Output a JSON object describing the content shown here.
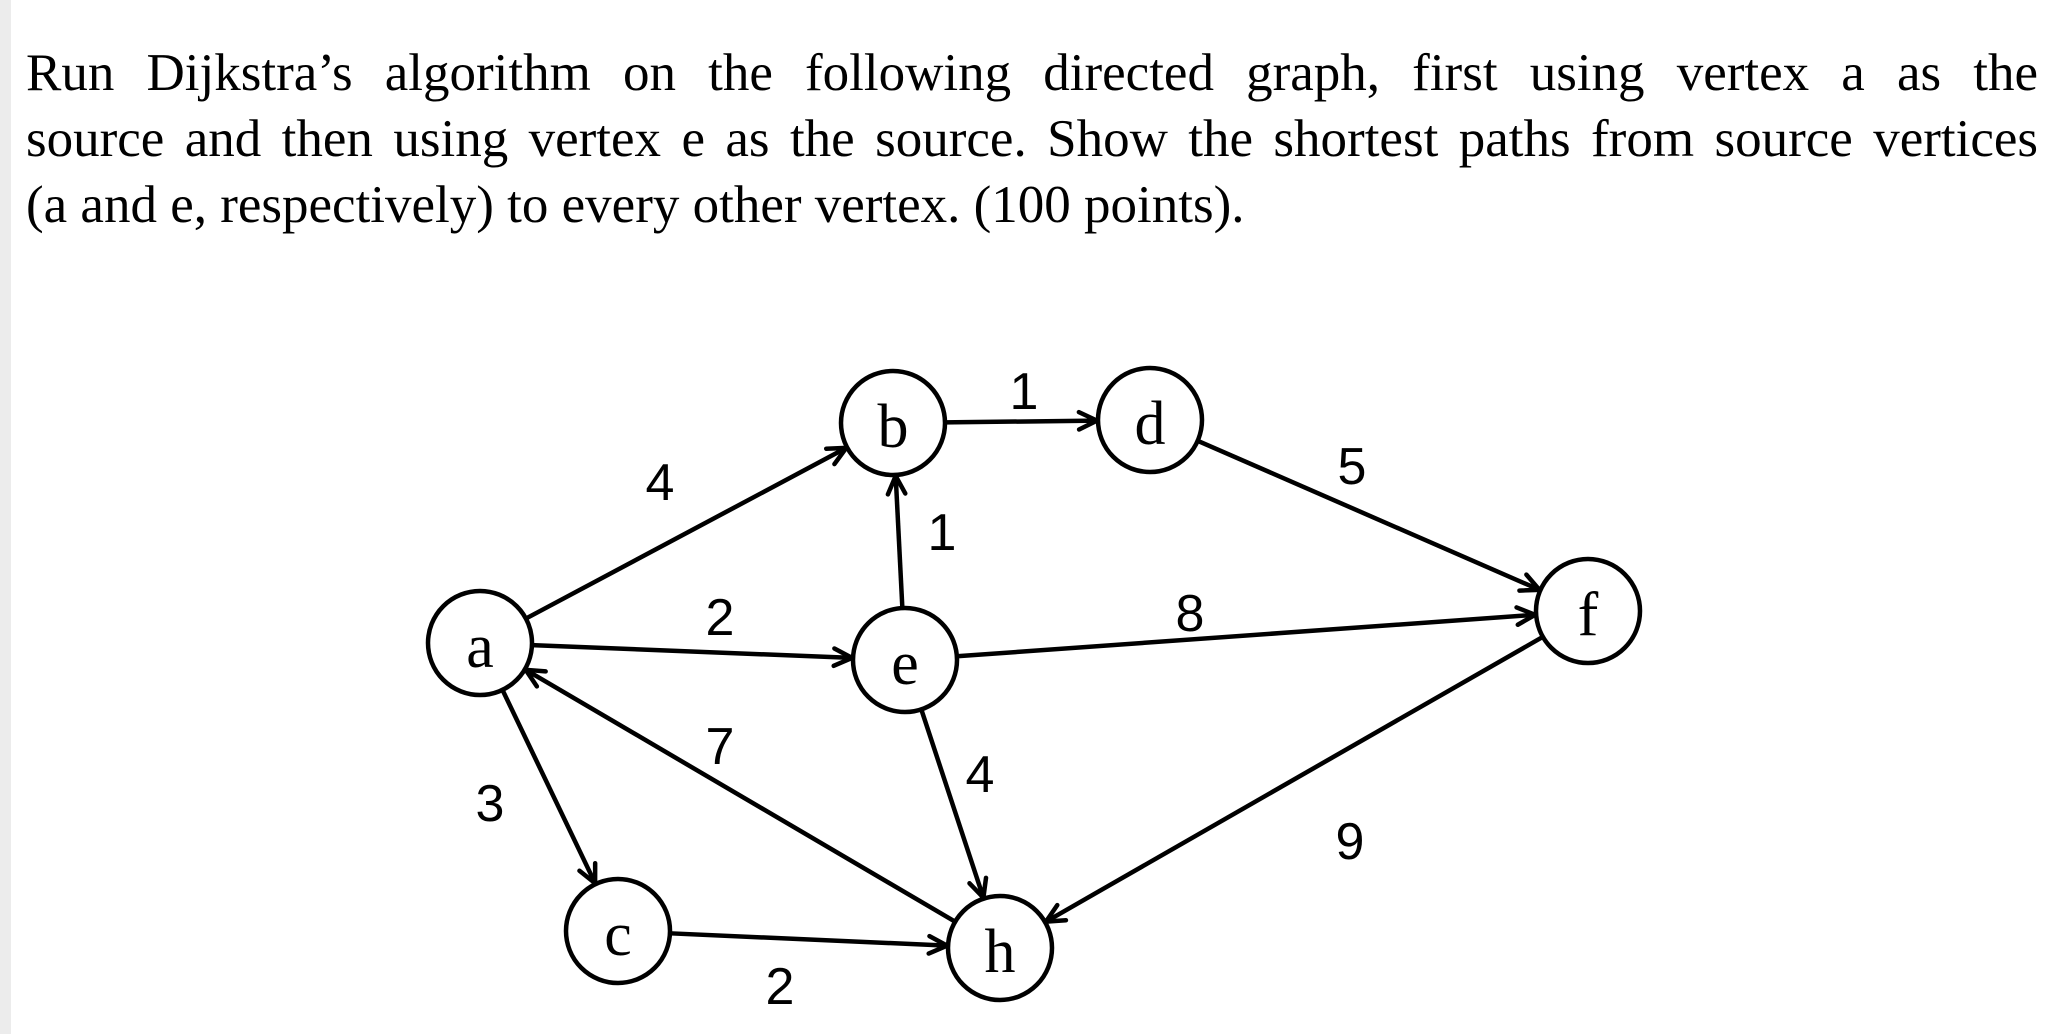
{
  "question": {
    "lines": [
      "Run Dijkstra’s algorithm on the following directed graph, first using vertex a as the",
      "source and then using vertex e as the source. Show the shortest paths from source vertices",
      "(a and e, respectively) to every other vertex. (100 points)."
    ]
  },
  "graph": {
    "nodes": [
      {
        "id": "a",
        "label": "a"
      },
      {
        "id": "b",
        "label": "b"
      },
      {
        "id": "c",
        "label": "c"
      },
      {
        "id": "d",
        "label": "d"
      },
      {
        "id": "e",
        "label": "e"
      },
      {
        "id": "f",
        "label": "f"
      },
      {
        "id": "h",
        "label": "h"
      }
    ],
    "edges": [
      {
        "from": "a",
        "to": "b",
        "weight": "4"
      },
      {
        "from": "a",
        "to": "e",
        "weight": "2"
      },
      {
        "from": "a",
        "to": "c",
        "weight": "3"
      },
      {
        "from": "b",
        "to": "d",
        "weight": "1"
      },
      {
        "from": "e",
        "to": "b",
        "weight": "1"
      },
      {
        "from": "d",
        "to": "f",
        "weight": "5"
      },
      {
        "from": "e",
        "to": "f",
        "weight": "8"
      },
      {
        "from": "h",
        "to": "a",
        "weight": "7"
      },
      {
        "from": "e",
        "to": "h",
        "weight": "4"
      },
      {
        "from": "f",
        "to": "h",
        "weight": "9"
      },
      {
        "from": "c",
        "to": "h",
        "weight": "2"
      }
    ]
  },
  "colors": {
    "ink": "#000000",
    "background": "#ffffff"
  }
}
